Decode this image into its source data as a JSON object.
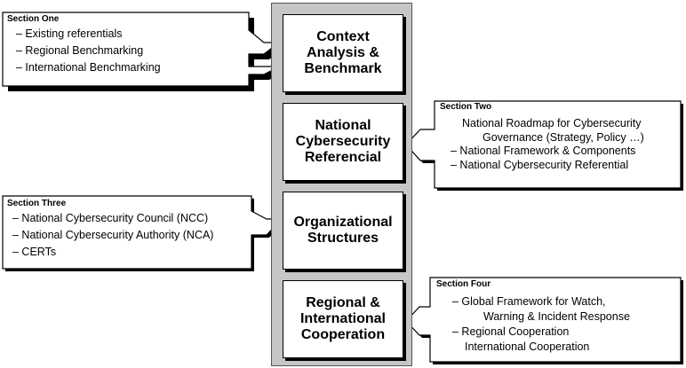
{
  "stages": [
    {
      "label": "Context\nAnalysis &\nBenchmark"
    },
    {
      "label": "National\nCybersecurity\nReferencial"
    },
    {
      "label": "Organizational\nStructures"
    },
    {
      "label": "Regional &\nInternational\nCooperation"
    }
  ],
  "sections": {
    "one": {
      "heading": "Section One",
      "items": [
        "– Existing referentials",
        "– Regional Benchmarking",
        "– International Benchmarking"
      ]
    },
    "two": {
      "heading": "Section Two",
      "items": [
        "National Roadmap for Cybersecurity",
        "Governance (Strategy, Policy …)",
        "– National Framework & Components",
        "– National Cybersecurity Referential"
      ]
    },
    "three": {
      "heading": "Section Three",
      "items": [
        "– National Cybersecurity Council (NCC)",
        "– National Cybersecurity Authority (NCA)",
        "– CERTs"
      ]
    },
    "four": {
      "heading": "Section Four",
      "items": [
        "– Global Framework for Watch,",
        "Warning & Incident Response",
        "– Regional Cooperation",
        "International Cooperation"
      ]
    }
  }
}
